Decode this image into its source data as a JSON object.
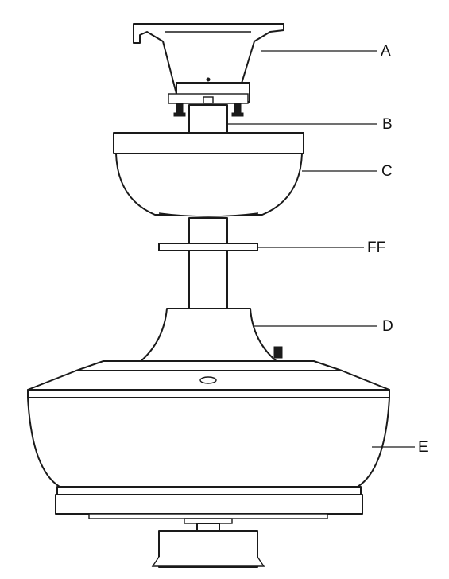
{
  "labels": {
    "A": "A",
    "B": "B",
    "C": "C",
    "FF": "FF",
    "D": "D",
    "E": "E"
  },
  "colors": {
    "line": "#1a1a1a",
    "background": "#ffffff"
  }
}
